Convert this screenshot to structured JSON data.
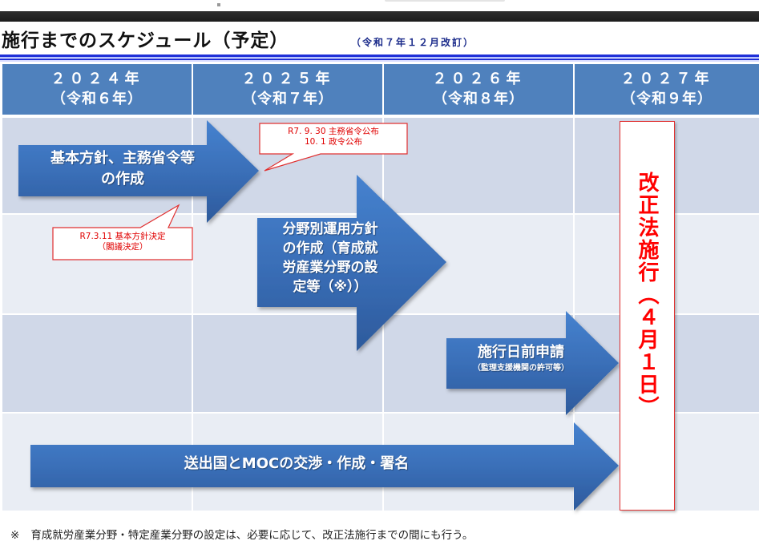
{
  "page": {
    "title": "施行までのスケジュール（予定）",
    "subtitle": "（令和７年１２月改訂）"
  },
  "colors": {
    "header_bg": "#4f81bd",
    "row_dark": "#d0d8e8",
    "row_light": "#e9edf4",
    "arrow_blue": "#3a6fb8",
    "callout_red": "#e00000",
    "title_rule": "#1f2fd8"
  },
  "timeline": {
    "years": [
      {
        "year": "２０２４年",
        "era": "（令和６年）"
      },
      {
        "year": "２０２５年",
        "era": "（令和７年）"
      },
      {
        "year": "２０２６年",
        "era": "（令和８年）"
      },
      {
        "year": "２０２７年",
        "era": "（令和９年）"
      }
    ]
  },
  "tasks": [
    {
      "line1": "基本方針、主務省令等",
      "line2": "の作成"
    },
    {
      "line1": "分野別運用方針",
      "line2": "の作成（育成就",
      "line3": "労産業分野の設",
      "line4": "定等（※））"
    },
    {
      "line1": "施行日前申請",
      "line2": "（監理支援機関の許可等）"
    },
    {
      "line1": "送出国とMOCの交渉・作成・署名"
    }
  ],
  "callouts": [
    {
      "line1": "R7. 9. 30  主務省令公布",
      "line2": "10.  1  政令公布"
    },
    {
      "line1": "R7.3.11  基本方針決定",
      "line2": "（閣議決定）"
    }
  ],
  "enforcement": {
    "label": "改正法施行（４月１日）"
  },
  "footnote": {
    "mark": "※",
    "text": "育成就労産業分野・特定産業分野の設定は、必要に応じて、改正法施行までの間にも行う。"
  }
}
